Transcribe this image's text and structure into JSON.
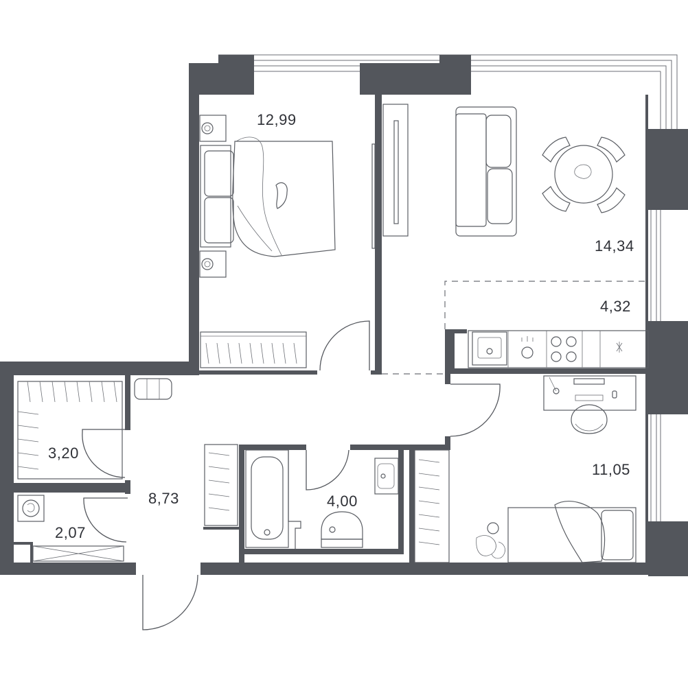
{
  "colors": {
    "wall": "#53565c",
    "line": "#5a5d63",
    "text": "#2f3137",
    "background": "#ffffff"
  },
  "rooms": [
    {
      "id": "bedroom",
      "area": "12,99"
    },
    {
      "id": "living",
      "area": "14,34"
    },
    {
      "id": "kitchen-zone",
      "area": "4,32"
    },
    {
      "id": "wardrobe",
      "area": "3,20"
    },
    {
      "id": "hall",
      "area": "8,73"
    },
    {
      "id": "bathroom",
      "area": "4,00"
    },
    {
      "id": "laundry",
      "area": "2,07"
    },
    {
      "id": "children-room",
      "area": "11,05"
    }
  ]
}
